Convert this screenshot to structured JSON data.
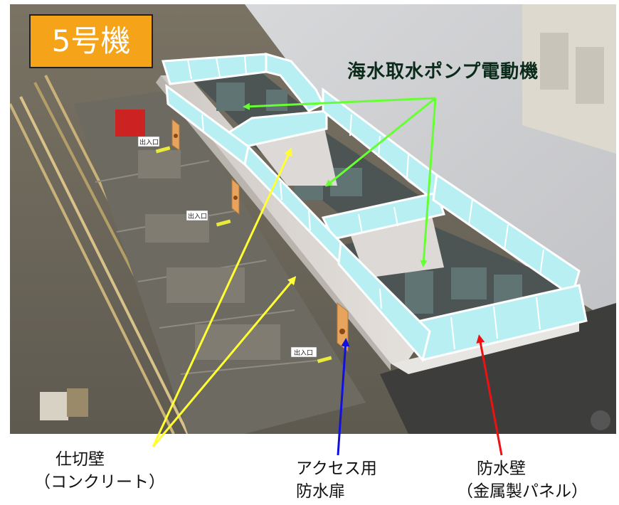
{
  "unit_label": "5号機",
  "labels": {
    "pump_motor": "海水取水ポンプ電動機",
    "partition_wall_line1": "仕切壁",
    "partition_wall_line2": "（コンクリート）",
    "access_door_line1": "アクセス用",
    "access_door_line2": "防水扉",
    "waterproof_wall_line1": "防水壁",
    "waterproof_wall_line2": "（金属製パネル）"
  },
  "door_signs": [
    "出入口",
    "出入口",
    "出入口"
  ],
  "colors": {
    "unit_label_bg": "#f5a318",
    "pump_arrow": "#66ff33",
    "partition_arrow": "#ffff33",
    "door_arrow": "#1111dd",
    "wall_arrow": "#ee1111",
    "panel": "#b8eff3"
  }
}
